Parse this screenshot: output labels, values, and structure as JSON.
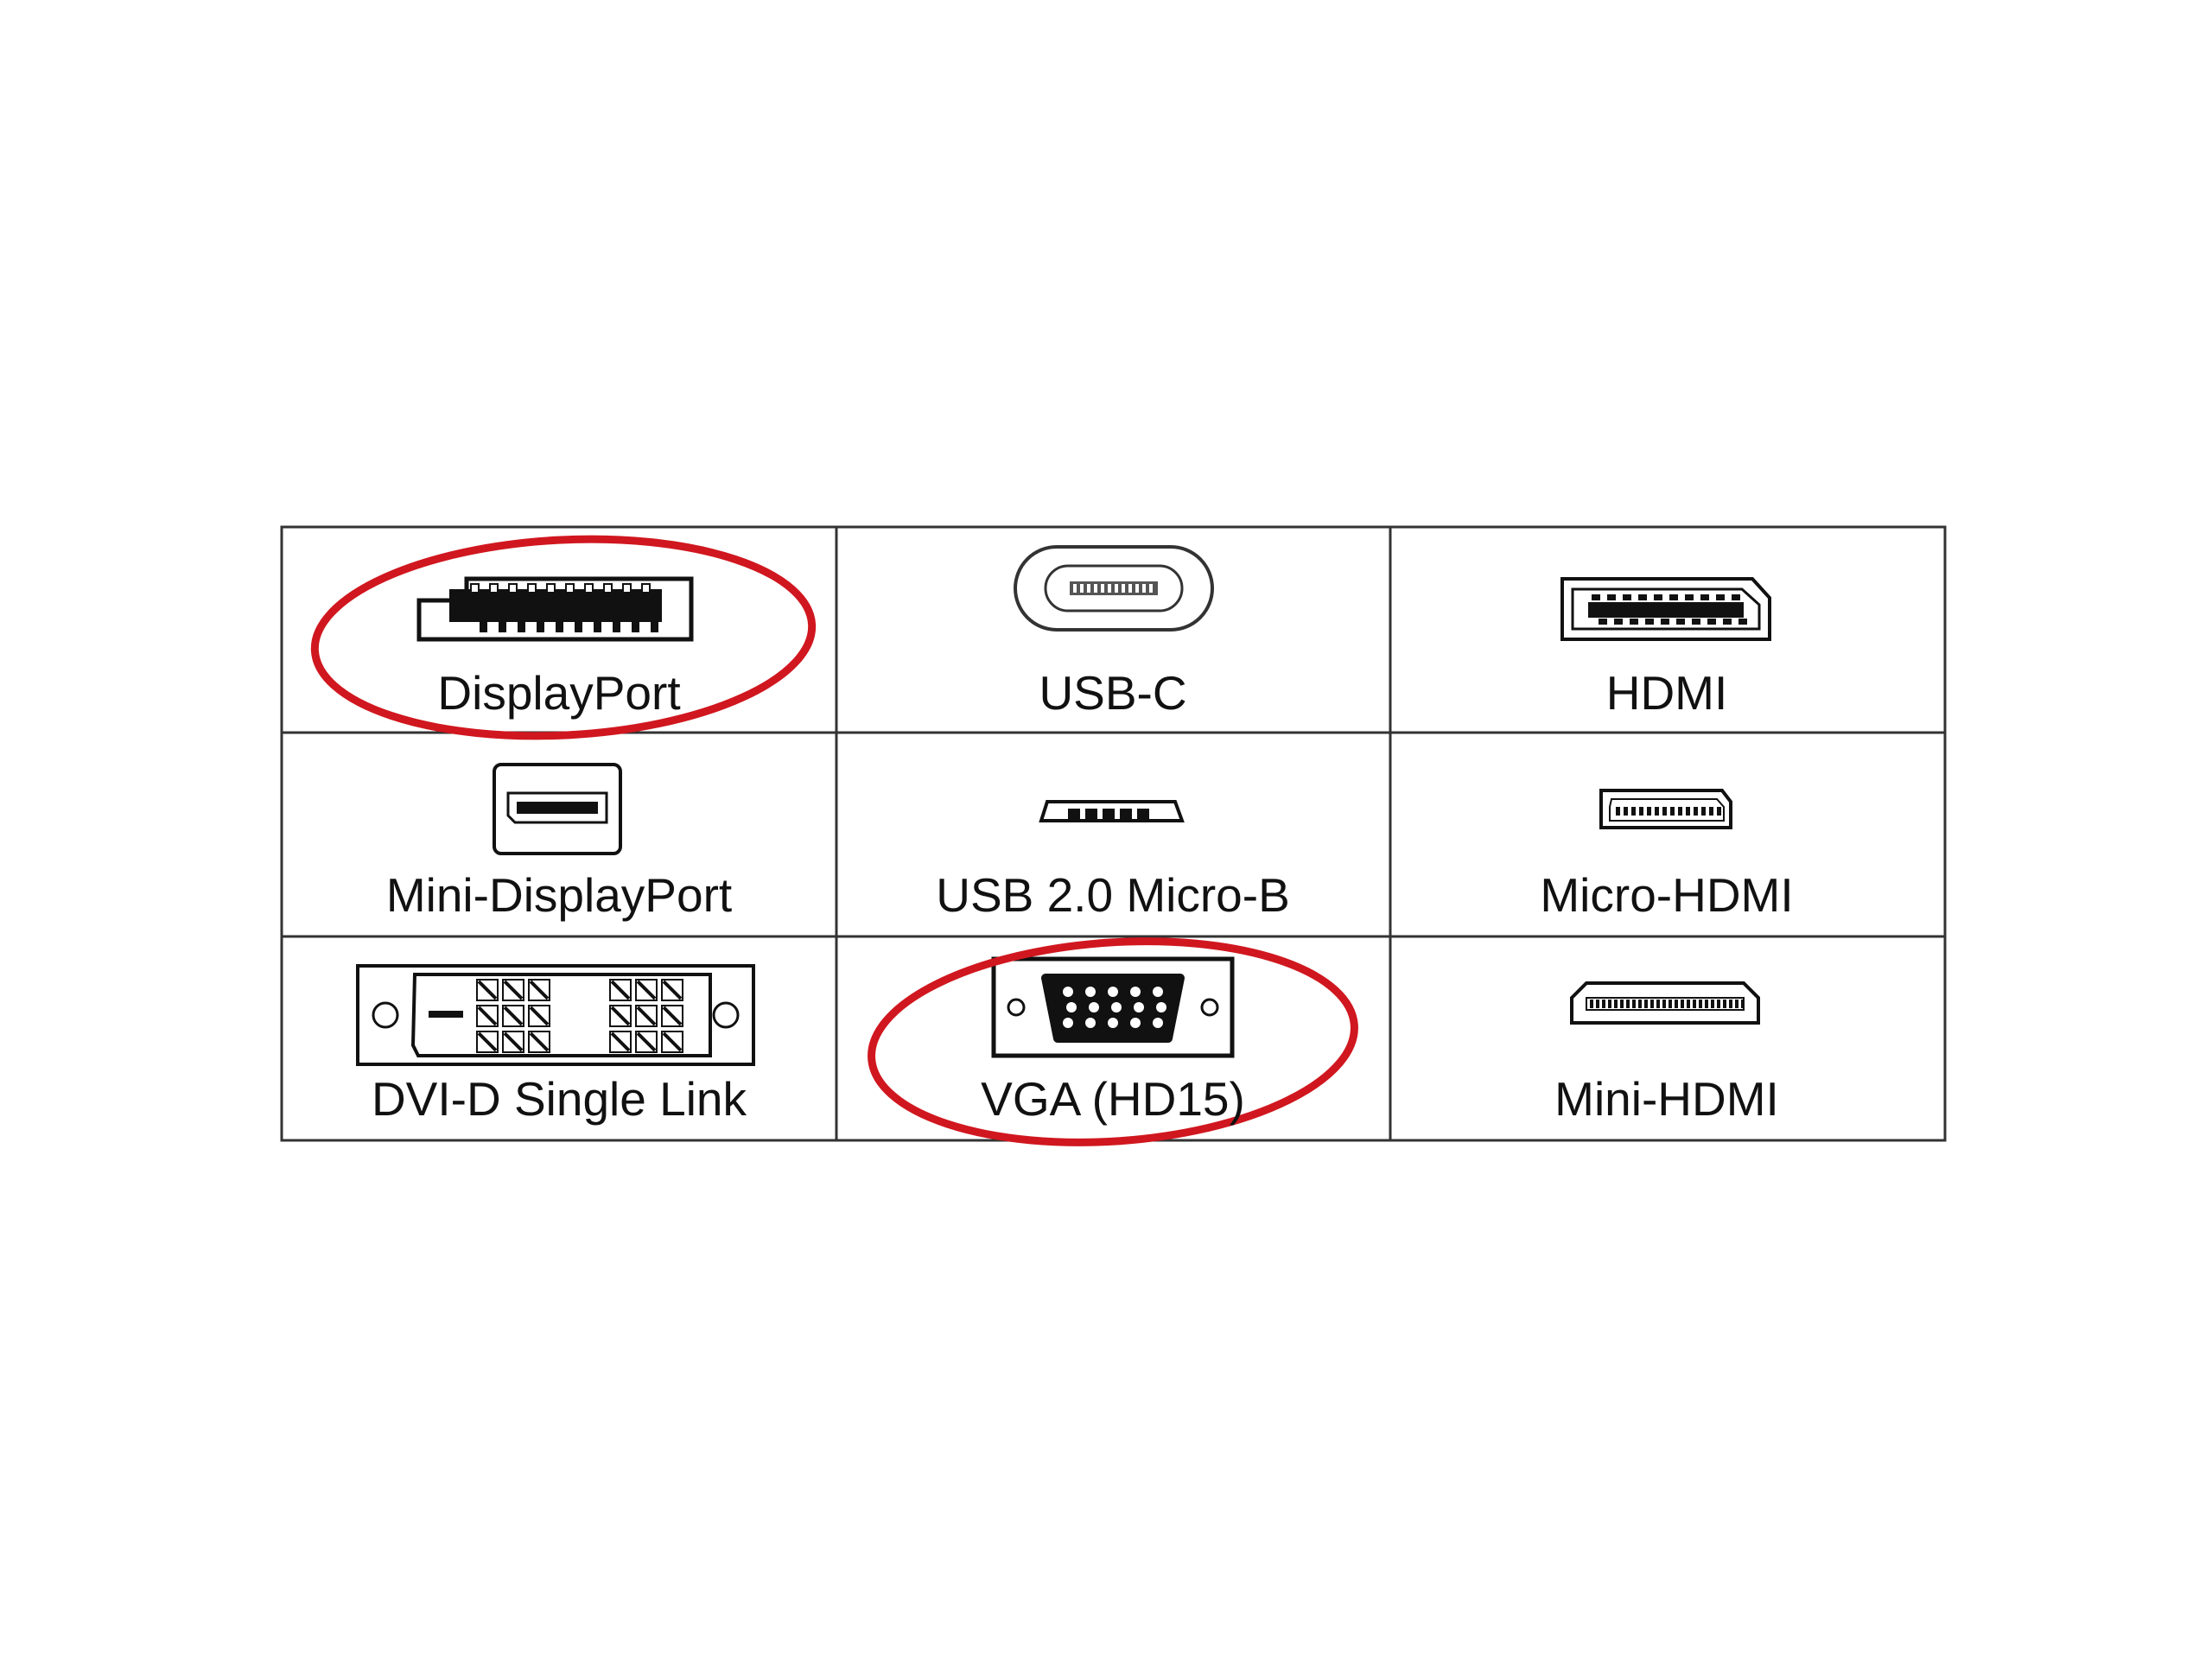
{
  "colors": {
    "background": "#ffffff",
    "grid_line": "#333333",
    "icon_stroke": "#111111",
    "icon_fill_dark": "#111111",
    "highlight_ring": "#d0171f"
  },
  "connectors": [
    {
      "label": "DisplayPort",
      "icon": "displayport-icon",
      "highlighted": true
    },
    {
      "label": "USB-C",
      "icon": "usb-c-icon",
      "highlighted": false
    },
    {
      "label": "HDMI",
      "icon": "hdmi-icon",
      "highlighted": false
    },
    {
      "label": "Mini-DisplayPort",
      "icon": "mini-displayport-icon",
      "highlighted": false
    },
    {
      "label": "USB 2.0 Micro-B",
      "icon": "usb-micro-b-icon",
      "highlighted": false
    },
    {
      "label": "Micro-HDMI",
      "icon": "micro-hdmi-icon",
      "highlighted": false
    },
    {
      "label": "DVI-D Single Link",
      "icon": "dvi-d-icon",
      "highlighted": false
    },
    {
      "label": "VGA (HD15)",
      "icon": "vga-icon",
      "highlighted": true
    },
    {
      "label": "Mini-HDMI",
      "icon": "mini-hdmi-icon",
      "highlighted": false
    }
  ]
}
